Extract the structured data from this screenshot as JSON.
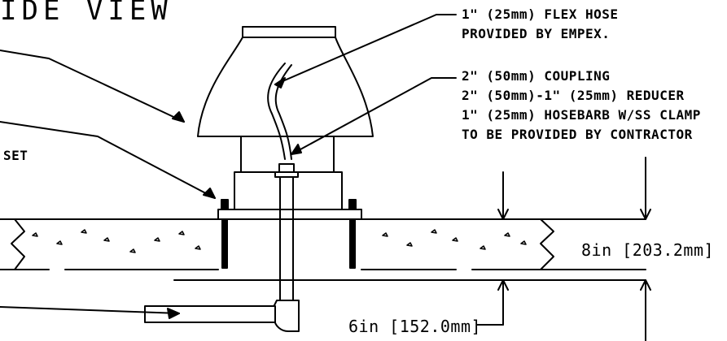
{
  "title": "IDE VIEW",
  "labels": {
    "flex_hose_1": "1\" (25mm) FLEX HOSE",
    "flex_hose_2": "PROVIDED BY EMPEX.",
    "coupling_1": "2\" (50mm) COUPLING",
    "coupling_2": "2\" (50mm)-1\" (25mm) REDUCER",
    "coupling_3": "1\" (25mm) HOSEBARB W/SS CLAMP",
    "coupling_4": "TO BE PROVIDED BY CONTRACTOR",
    "set": "SET"
  },
  "dimensions": {
    "slab": "8in [203.2mm]",
    "depth": "6in [152.0mm]"
  }
}
